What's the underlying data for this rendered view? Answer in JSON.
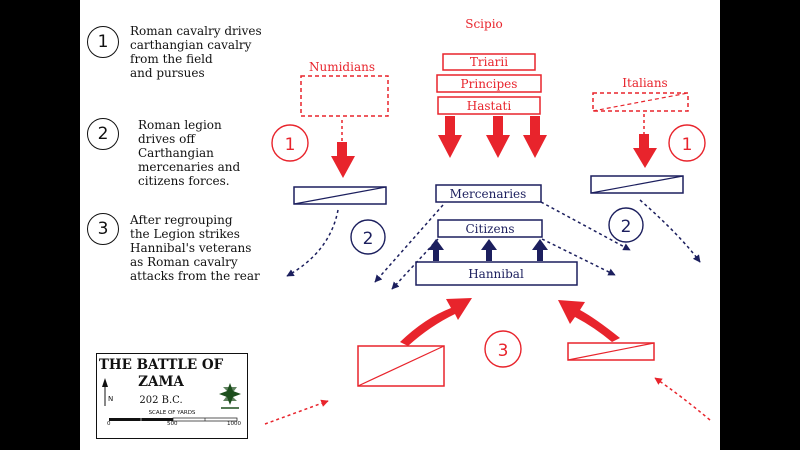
{
  "legend": [
    {
      "num": "1",
      "text": "Roman cavalry drives\ncarthangian cavalry\nfrom the field\nand pursues"
    },
    {
      "num": "2",
      "text": "Roman legion\ndrives off\nCarthangian\nmercenaries and\ncitizens forces."
    },
    {
      "num": "3",
      "text": "After regrouping\nthe Legion strikes\nHannibal's veterans\nas Roman cavalry\nattacks from the rear"
    }
  ],
  "roman": {
    "commander": "Scipio",
    "lines": [
      "Triarii",
      "Principes",
      "Hastati"
    ],
    "left_wing": "Numidians",
    "right_wing": "Italians"
  },
  "carthage": {
    "lines": [
      "Mercenaries",
      "Citizens",
      "Hannibal"
    ]
  },
  "phase_markers": {
    "red": [
      "1",
      "1",
      "3"
    ],
    "navy": [
      "2",
      "2"
    ]
  },
  "title_box": {
    "title_line1": "THE BATTLE OF",
    "title_line2": "ZAMA",
    "date": "202 B.C.",
    "scale_label": "SCALE OF YARDS",
    "scale_ticks": [
      "0",
      "500",
      "1000"
    ],
    "north_label": "N"
  },
  "colors": {
    "roman": "#e8242c",
    "carthage": "#1c1f5e",
    "text": "#111111",
    "frame": "#000000"
  }
}
